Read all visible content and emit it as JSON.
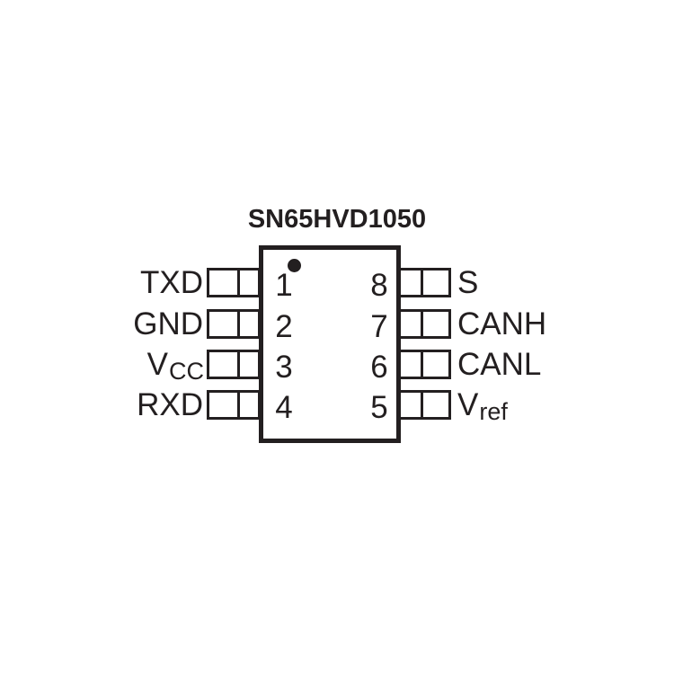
{
  "title": "SN65HVD1050",
  "colors": {
    "ink": "#231f20",
    "background": "#ffffff"
  },
  "icons": {
    "pin1_marker": "filled-circle"
  },
  "pins": {
    "left": [
      {
        "number": "1",
        "name": "TXD",
        "sub": ""
      },
      {
        "number": "2",
        "name": "GND",
        "sub": ""
      },
      {
        "number": "3",
        "name": "V",
        "sub": "CC"
      },
      {
        "number": "4",
        "name": "RXD",
        "sub": ""
      }
    ],
    "right": [
      {
        "number": "8",
        "name": "S",
        "sub": ""
      },
      {
        "number": "7",
        "name": "CANH",
        "sub": ""
      },
      {
        "number": "6",
        "name": "CANL",
        "sub": ""
      },
      {
        "number": "5",
        "name": "V",
        "sub": "ref"
      }
    ]
  }
}
